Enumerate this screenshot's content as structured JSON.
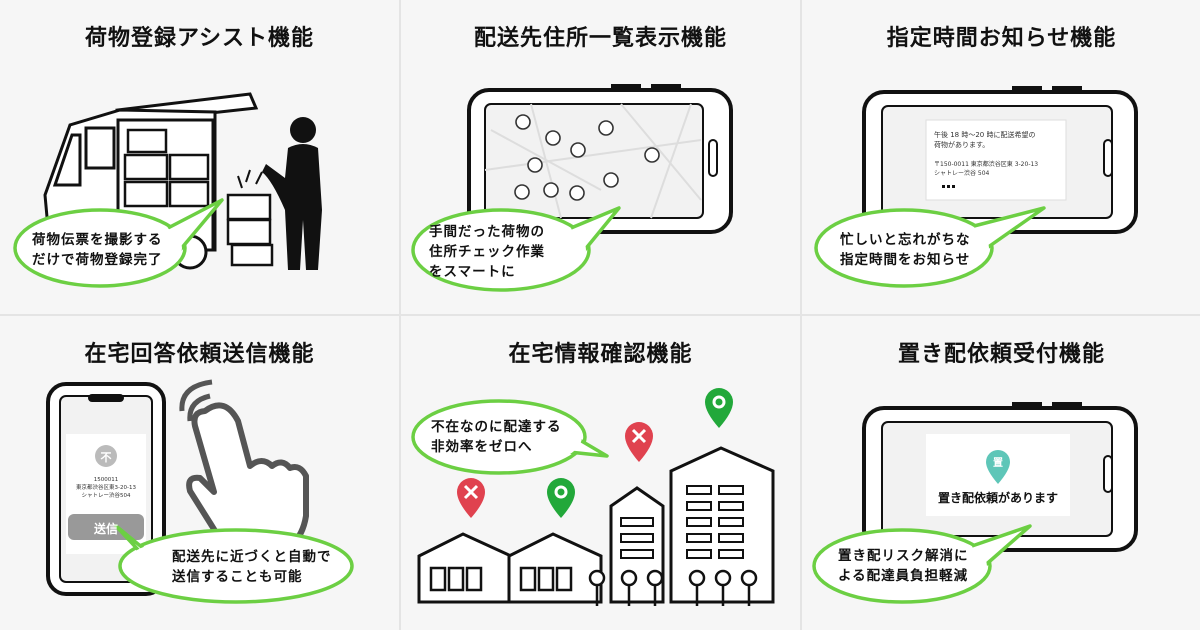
{
  "colors": {
    "bubble_border": "#6ccf43",
    "pin_red": "#e0424f",
    "pin_green": "#22a83a",
    "pin_teal": "#5ec6b8",
    "dark": "#111111"
  },
  "panels": [
    {
      "title": "荷物登録アシスト機能",
      "bubble": [
        "荷物伝票を撮影する",
        "だけで荷物登録完了"
      ]
    },
    {
      "title": "配送先住所一覧表示機能",
      "bubble": [
        "手間だった荷物の",
        "住所チェック作業",
        "をスマートに"
      ]
    },
    {
      "title": "指定時間お知らせ機能",
      "bubble": [
        "忙しいと忘れがちな",
        "指定時間をお知らせ"
      ],
      "notification": [
        "午後 18 時～20 時に配送希望の",
        "荷物があります。"
      ],
      "notification_sub": [
        "〒150-0011 東京都渋谷区東 3-20-13",
        "シャトレー渋谷 504"
      ]
    },
    {
      "title": "在宅回答依頼送信機能",
      "bubble": [
        "配送先に近づくと自動で",
        "送信することも可能"
      ],
      "phone_icon": "不",
      "phone_lines": [
        "1500011",
        "東京都渋谷区東3-20-13",
        "シャトレー渋谷504"
      ],
      "send_button": "送信"
    },
    {
      "title": "在宅情報確認機能",
      "bubble": [
        "不在なのに配達する",
        "非効率をゼロへ"
      ]
    },
    {
      "title": "置き配依頼受付機能",
      "bubble": [
        "置き配リスク解消に",
        "よる配達員負担軽減"
      ],
      "pin_label": "置",
      "notice": "置き配依頼があります"
    }
  ]
}
